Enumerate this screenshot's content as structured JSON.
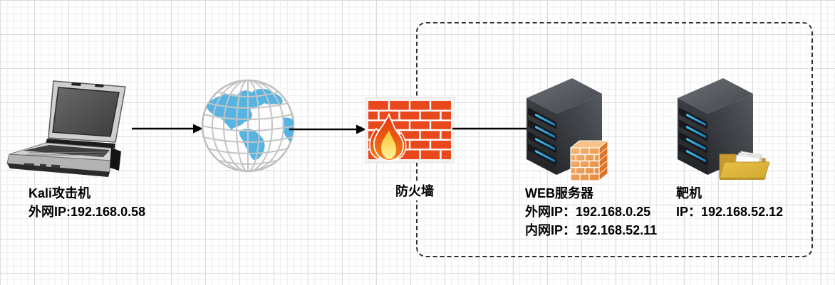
{
  "nodes": {
    "attacker": {
      "label": "Kali攻击机",
      "ip": "外网IP:192.168.0.58",
      "icon": "laptop"
    },
    "internet": {
      "icon": "globe"
    },
    "firewall": {
      "label": "防火墙",
      "icon": "brick-wall-with-flame"
    },
    "web_server": {
      "label": "WEB服务器",
      "wan_ip": "外网IP：192.168.0.25",
      "lan_ip": "内网IP：192.168.52.11",
      "icon": "server-tower-with-firewall"
    },
    "target": {
      "label": "靶机",
      "ip": "IP：192.168.52.12",
      "icon": "server-tower-with-folder"
    }
  },
  "connections": [
    {
      "from": "attacker",
      "to": "internet"
    },
    {
      "from": "internet",
      "to": "firewall"
    },
    {
      "from": "firewall",
      "to": "web_server"
    }
  ],
  "dashed_zone": {
    "encloses": [
      "web_server",
      "target"
    ]
  },
  "colors": {
    "background": "#ffffff",
    "grid_minor": "#ededed",
    "grid_major": "#dcdcdc",
    "arrow": "#000000",
    "dashed_border": "#2f2f2f",
    "firewall_brick": "#e8481c",
    "flame_outer": "#e2330e",
    "flame_inner": "#fde97e",
    "server_body": "#33363a",
    "server_led_blue": "#2d9fe0",
    "mini_firewall_orange": "#ef9d54",
    "folder_gold": "#ddb339",
    "globe_land": "#56b4e2",
    "label_text": "#000000"
  }
}
